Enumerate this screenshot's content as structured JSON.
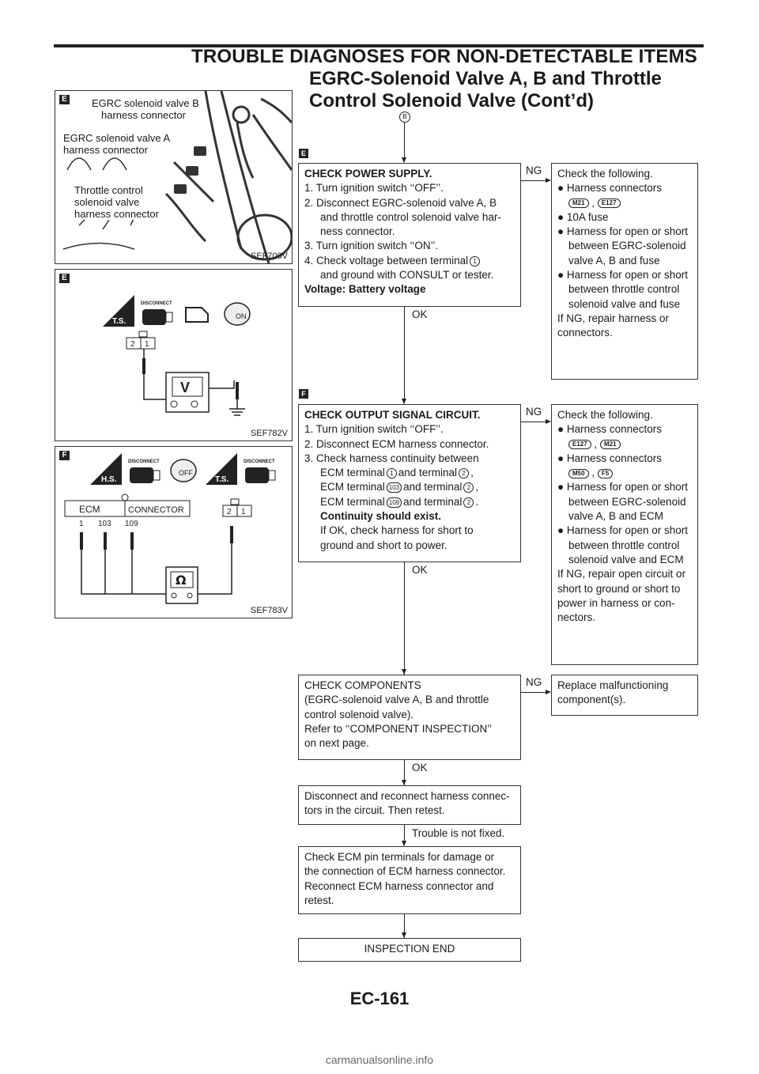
{
  "header": {
    "section": "TROUBLE DIAGNOSES FOR NON-DETECTABLE ITEMS",
    "title": "EGRC-Solenoid Valve A, B and Throttle Control Solenoid Valve (Cont’d)"
  },
  "figures": [
    {
      "tag": "E",
      "code": "SEF706V",
      "labels": [
        "EGRC solenoid valve B",
        "harness connector",
        "EGRC solenoid valve A",
        "harness connector",
        "Throttle control",
        "solenoid valve",
        "harness connector"
      ]
    },
    {
      "tag": "E",
      "code": "SEF782V",
      "labels": [
        "T.S.",
        "DISCONNECT",
        "ON",
        "2",
        "1",
        "V"
      ]
    },
    {
      "tag": "F",
      "code": "SEF783V",
      "labels": [
        "H.S.",
        "DISCONNECT",
        "OFF",
        "T.S.",
        "DISCONNECT",
        "ECM",
        "CONNECTOR",
        "1",
        "103",
        "109",
        "2",
        "1",
        "Ω"
      ]
    }
  ],
  "flow": {
    "start_tag": "B",
    "step_tags": [
      "E",
      "F"
    ],
    "check_power": {
      "title": "CHECK POWER SUPPLY.",
      "lines": [
        "1. Turn ignition switch ‘‘OFF’’.",
        "2. Disconnect EGRC-solenoid valve A, B",
        "and throttle control solenoid valve har-",
        "ness connector.",
        "3. Turn ignition switch ‘‘ON’’.",
        "4. Check voltage between terminal",
        "and ground with CONSULT or tester."
      ],
      "term": "1",
      "spec": "Voltage: Battery voltage",
      "ok": "OK",
      "ng": "NG",
      "ng_box": {
        "lead": "Check the following.",
        "items": [
          "Harness connectors",
          "10A fuse",
          "Harness for open or short between EGRC-solenoid valve A, B and fuse",
          "Harness for open or short between throttle control solenoid valve and fuse"
        ],
        "connectors": [
          "M21",
          "E127"
        ],
        "tail": "If NG, repair harness or connectors."
      }
    },
    "check_output": {
      "title": "CHECK OUTPUT SIGNAL CIRCUIT.",
      "lines": [
        "1. Turn ignition switch ‘‘OFF’’.",
        "2. Disconnect ECM harness connector.",
        "3. Check harness continuity between"
      ],
      "pairs": [
        {
          "pre": "ECM terminal",
          "a": "1",
          "mid": "and terminal",
          "b": "2",
          "end": ","
        },
        {
          "pre": "ECM terminal",
          "a": "103",
          "mid": "and terminal",
          "b": "2",
          "end": ","
        },
        {
          "pre": "ECM terminal",
          "a": "109",
          "mid": "and terminal",
          "b": "2",
          "end": "."
        }
      ],
      "spec": "Continuity should exist.",
      "note": [
        "If OK, check harness for short to",
        "ground and short to power."
      ],
      "ok": "OK",
      "ng": "NG",
      "ng_box": {
        "lead": "Check the following.",
        "conn1": [
          "E127",
          "M21"
        ],
        "conn2": [
          "M50",
          "F5"
        ],
        "items": [
          "Harness connectors",
          "Harness connectors",
          "Harness for open or short between EGRC-solenoid valve A, B and ECM",
          "Harness for open or short between throttle control solenoid valve and ECM"
        ],
        "tail": "If NG, repair open circuit or short to ground or short to power in harness or con-nectors."
      }
    },
    "check_components": {
      "lines": [
        "CHECK COMPONENTS",
        "(EGRC-solenoid valve A, B and throttle",
        "control solenoid valve).",
        "Refer to ‘‘COMPONENT INSPECTION’’",
        "on next page."
      ],
      "ok": "OK",
      "ng": "NG",
      "ng_box": "Replace malfunctioning component(s)."
    },
    "reconnect": {
      "lines": [
        "Disconnect and reconnect harness connec-",
        "tors in the circuit. Then retest."
      ],
      "result": "Trouble is not fixed."
    },
    "check_ecm": {
      "lines": [
        "Check ECM pin terminals for damage or",
        "the connection of ECM harness connector.",
        "Reconnect ECM harness connector and",
        "retest."
      ]
    },
    "end": "INSPECTION END"
  },
  "footer": {
    "page": "EC-161",
    "watermark": "carmanualsonline.info"
  }
}
